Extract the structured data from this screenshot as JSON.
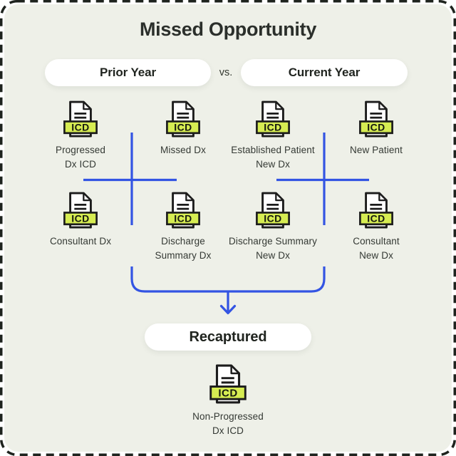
{
  "title": "Missed Opportunity",
  "comparison": {
    "prior_label": "Prior Year",
    "separator": "vs.",
    "current_label": "Current Year"
  },
  "badge": {
    "text": "ICD"
  },
  "prior_year": {
    "items": [
      {
        "label": "Progressed\nDx ICD"
      },
      {
        "label": "Missed Dx"
      },
      {
        "label": "Consultant Dx"
      },
      {
        "label": "Discharge\nSummary Dx"
      }
    ]
  },
  "current_year": {
    "items": [
      {
        "label": "Established Patient\nNew Dx"
      },
      {
        "label": "New Patient"
      },
      {
        "label": "Discharge Summary\nNew Dx"
      },
      {
        "label": "Consultant\nNew Dx"
      }
    ]
  },
  "result": {
    "pill_label": "Recaptured",
    "node_label": "Non-Progressed\nDx ICD"
  },
  "colors": {
    "card_background": "#eef0e8",
    "connector_blue": "#3354e3",
    "badge_green": "#d6ec52",
    "outline_dark": "#1c1c1c",
    "frame_dark": "#1e231e"
  }
}
